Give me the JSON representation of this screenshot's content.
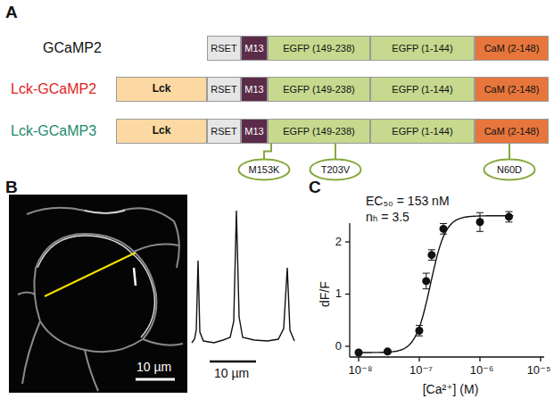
{
  "diagram": {
    "nodes": [
      {
        "text": [
          "RSET"
        ]
      },
      {
        "text": [
          "M13"
        ]
      },
      {
        "text": [
          "EGFP (149-238)"
        ]
      },
      {
        "text": [
          "EGFP (1-144)"
        ]
      },
      {
        "text": [
          "CaM (2-148)"
        ]
      },
      {
        "text": [
          "Lck"
        ]
      },
      {
        "text": [
          "RSET"
        ]
      },
      {
        "text": [
          "M13"
        ]
      },
      {
        "text": [
          "EGFP (149-238)"
        ]
      },
      {
        "text": [
          "EGFP (1-144)"
        ]
      },
      {
        "text": [
          "CaM (2-148)"
        ]
      },
      {
        "text": [
          "Lck"
        ]
      },
      {
        "text": [
          "RSET"
        ]
      },
      {
        "text": [
          "M13"
        ]
      },
      {
        "text": [
          "EGFP (149-238)"
        ]
      },
      {
        "text": [
          "EGFP (1-144)"
        ]
      },
      {
        "text": [
          "CaM (2-148)"
        ]
      },
      {
        "text": [
          "M153K"
        ]
      },
      {
        "text": [
          "T203V"
        ]
      },
      {
        "text": [
          "N60D"
        ]
      }
    ],
    "edges": [
      {
        "from": 14,
        "to": 17,
        "arrow": "none"
      },
      {
        "from": 14,
        "to": 18,
        "arrow": "none"
      },
      {
        "from": 16,
        "to": 19,
        "arrow": "none"
      }
    ],
    "labels": [
      "A",
      "GCaMP2",
      "Lck-GCaMP2",
      "Lck-GCaMP3",
      "B",
      "10 µm",
      "10 µm",
      "C",
      "EC₅₀ = 153 nM",
      "nₕ = 3.5",
      "dF/F",
      "2",
      "1",
      "0",
      "10⁻⁸",
      "10⁻⁷",
      "10⁻⁶",
      "10⁻⁵",
      "[Ca²⁺] (M)"
    ]
  }
}
